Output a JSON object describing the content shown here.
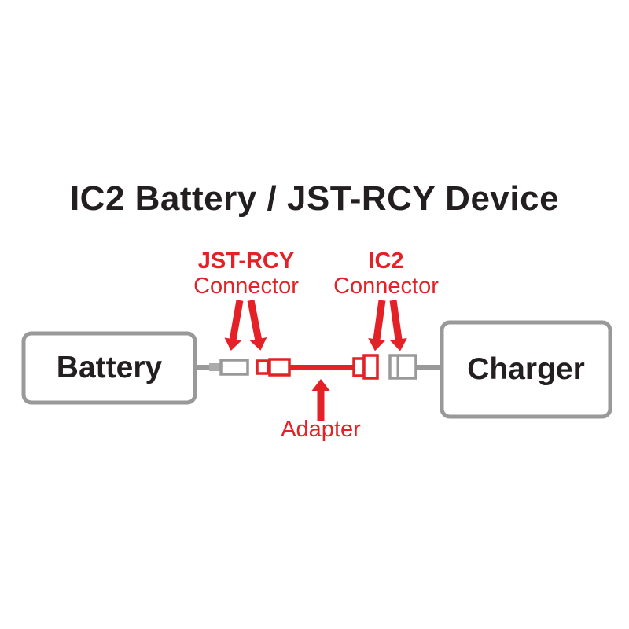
{
  "title": "IC2 Battery / JST-RCY Device",
  "annotations": {
    "jst_rcy": {
      "name": "JST-RCY",
      "type": "Connector"
    },
    "ic2": {
      "name": "IC2",
      "type": "Connector"
    },
    "adapter": "Adapter"
  },
  "devices": {
    "battery": "Battery",
    "charger": "Charger"
  },
  "colors": {
    "accent_red": "#E32126",
    "outline_gray": "#999999",
    "text_black": "#231F20",
    "background": "#FFFFFF"
  }
}
